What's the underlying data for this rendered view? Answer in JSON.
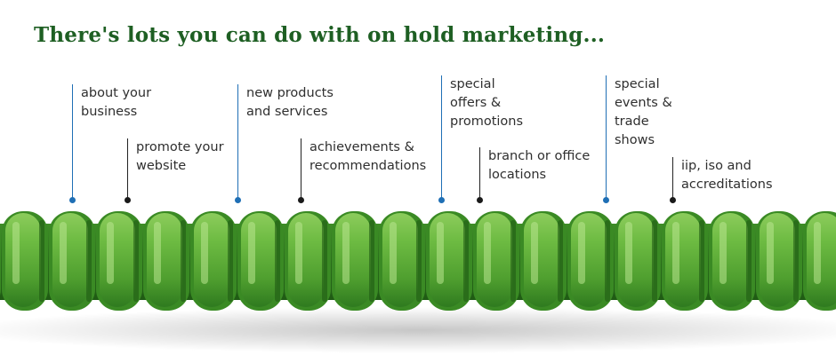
{
  "headline": "There's lots you can do with on hold marketing...",
  "colors": {
    "headline": "#1e5f23",
    "callout_text": "#2f2f2f",
    "blue_marker": "#1f6fb5",
    "black_marker": "#1a1a1a",
    "cord_base": "#5fae3a",
    "cord_highlight": "#9bd36a",
    "cord_shadow": "#2f7a1f"
  },
  "callouts": [
    {
      "lines": [
        "about your",
        "business"
      ],
      "marker": "blue"
    },
    {
      "lines": [
        "promote your",
        "website"
      ],
      "marker": "black"
    },
    {
      "lines": [
        "new products",
        "and services"
      ],
      "marker": "blue"
    },
    {
      "lines": [
        "achievements &",
        "recommendations"
      ],
      "marker": "black"
    },
    {
      "lines": [
        "special",
        "offers &",
        "promotions"
      ],
      "marker": "blue"
    },
    {
      "lines": [
        "branch or office",
        "locations"
      ],
      "marker": "black"
    },
    {
      "lines": [
        "special",
        "events &",
        "trade",
        "shows"
      ],
      "marker": "blue"
    },
    {
      "lines": [
        "iip, iso and",
        "accreditations"
      ],
      "marker": "black"
    }
  ],
  "image": {
    "subject": "green-coiled-telephone-cord"
  }
}
